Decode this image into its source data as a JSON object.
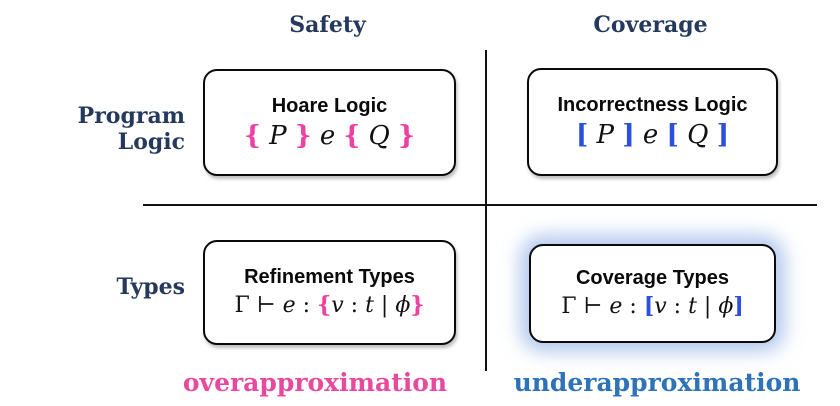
{
  "colors": {
    "navy": "#24395c",
    "magenta": "#ee42a2",
    "magenta_label": "#e8489e",
    "formula_blue": "#2b50dd",
    "label_blue": "#2e72b8"
  },
  "headers": {
    "safety": "Safety",
    "coverage": "Coverage"
  },
  "rows": {
    "program_logic": "Program Logic",
    "types": "Types"
  },
  "quadrants": {
    "top_left": {
      "title": "Hoare Logic",
      "f": {
        "d1": "{",
        "p": " P ",
        "d2": "}",
        "e": " e ",
        "d3": "{",
        "q": " Q ",
        "d4": "}"
      }
    },
    "top_right": {
      "title": "Incorrectness Logic",
      "f": {
        "d1": "[",
        "p": " P ",
        "d2": "]",
        "e": " e ",
        "d3": "[",
        "q": " Q ",
        "d4": "]"
      }
    },
    "bottom_left": {
      "title": "Refinement Types",
      "f": {
        "pre": "Γ ⊢ ",
        "e": "e",
        "c1": " : ",
        "d1": "{",
        "v": "v",
        "c2": " : ",
        "t": "t",
        "bar": " | ",
        "phi": "ϕ",
        "d2": "}"
      }
    },
    "bottom_right": {
      "title": "Coverage Types",
      "f": {
        "pre": "Γ ⊢ ",
        "e": "e",
        "c1": " : ",
        "d1": "[",
        "v": "v",
        "c2": " : ",
        "t": "t",
        "bar": " | ",
        "phi": "ϕ",
        "d2": "]"
      }
    }
  },
  "footers": {
    "left": "overapproximation",
    "right": "underapproximation"
  }
}
